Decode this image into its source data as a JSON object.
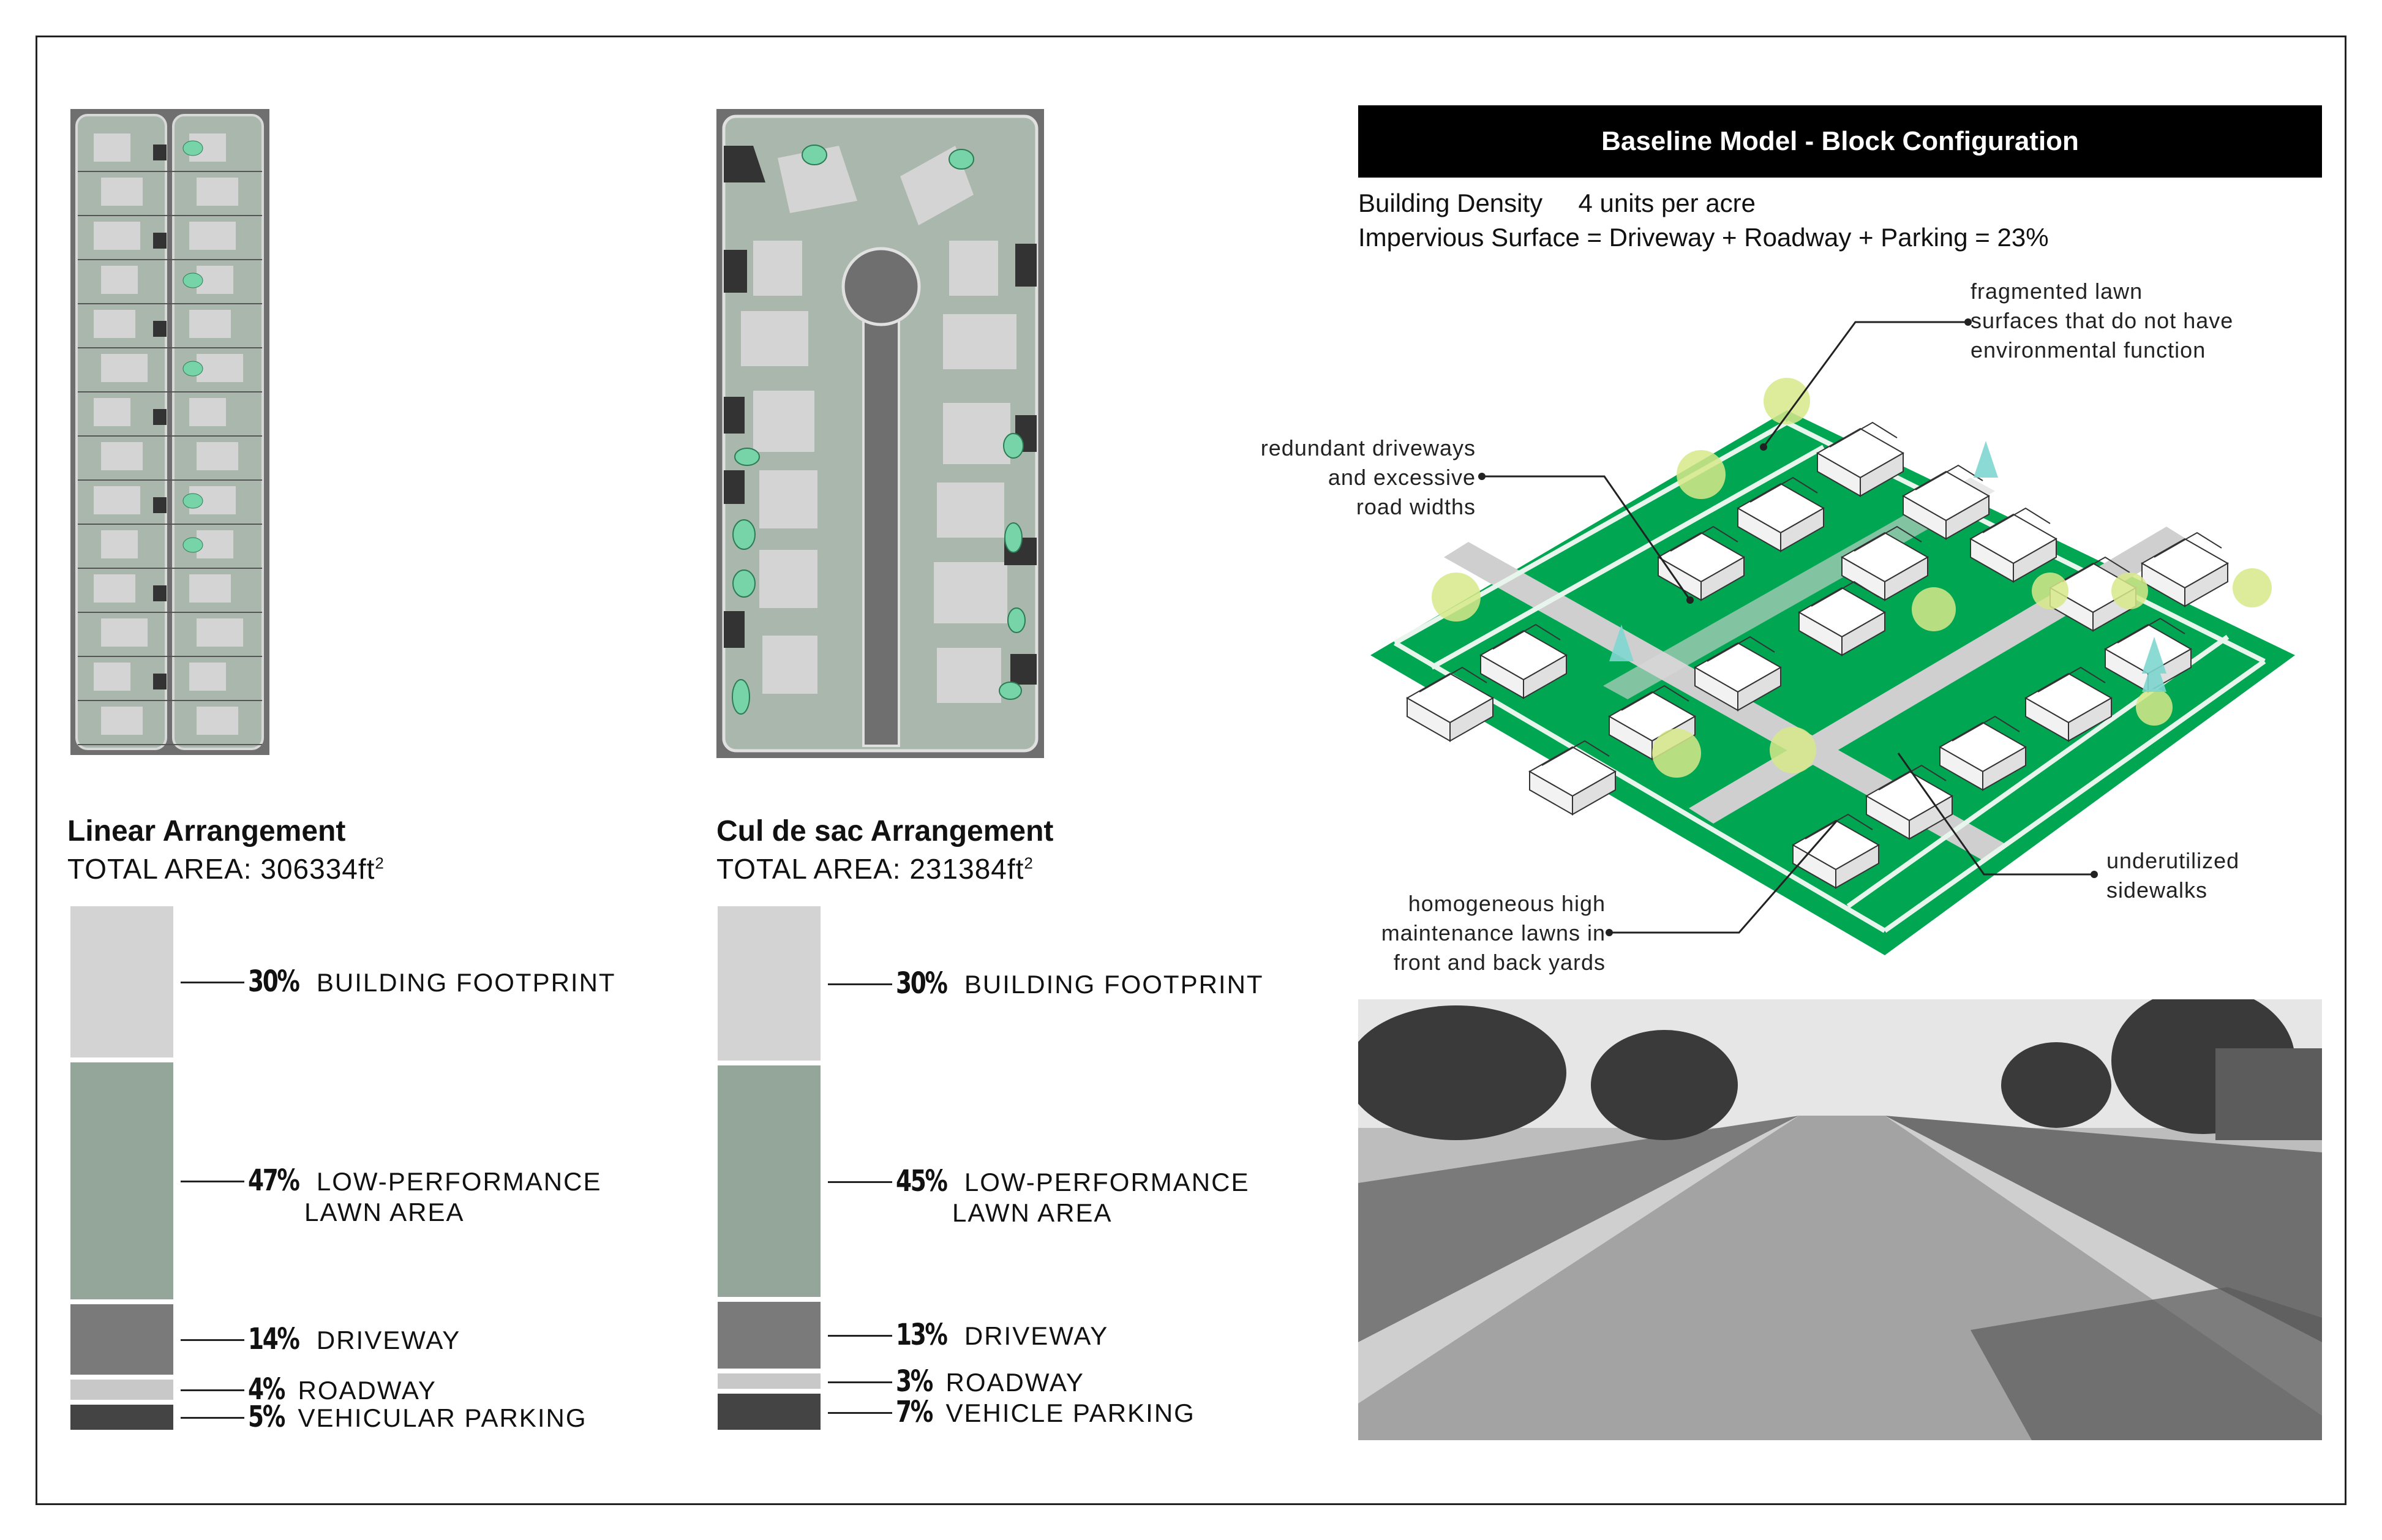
{
  "linear": {
    "title": "Linear Arrangement",
    "area_label": "TOTAL AREA: 306334ft",
    "area_sup": "2",
    "segments": [
      {
        "pct": "30%",
        "label": "BUILDING FOOTPRINT",
        "color": "#d3d3d3",
        "value": 30
      },
      {
        "pct": "47%",
        "label": "LOW-PERFORMANCE",
        "label2": "LAWN AREA",
        "color": "#93a699",
        "value": 47
      },
      {
        "pct": "14%",
        "label": "DRIVEWAY",
        "color": "#7a7a7a",
        "value": 14
      },
      {
        "pct": "4%",
        "label": "ROADWAY",
        "color": "#c8c8c8",
        "value": 4
      },
      {
        "pct": "5%",
        "label": "VEHICULAR PARKING",
        "color": "#444444",
        "value": 5
      }
    ]
  },
  "culdesac": {
    "title": "Cul de sac Arrangement",
    "area_label": "TOTAL AREA: 231384ft",
    "area_sup": "2",
    "segments": [
      {
        "pct": "30%",
        "label": "BUILDING FOOTPRINT",
        "color": "#d3d3d3",
        "value": 30
      },
      {
        "pct": "45%",
        "label": "LOW-PERFORMANCE",
        "label2": "LAWN AREA",
        "color": "#93a699",
        "value": 45
      },
      {
        "pct": "13%",
        "label": "DRIVEWAY",
        "color": "#7a7a7a",
        "value": 13
      },
      {
        "pct": "3%",
        "label": "ROADWAY",
        "color": "#c8c8c8",
        "value": 3
      },
      {
        "pct": "7%",
        "label": "VEHICLE PARKING",
        "color": "#444444",
        "value": 7
      }
    ]
  },
  "baseline": {
    "banner": "Baseline Model - Block Configuration",
    "density_label": "Building Density",
    "density_value": "4 units per acre",
    "impervious": "Impervious Surface = Driveway + Roadway + Parking = 23%"
  },
  "annotations": {
    "fragmented": [
      "fragmented lawn",
      "surfaces that do not have",
      "environmental function"
    ],
    "redundant": [
      "redundant driveways",
      "and excessive",
      "road widths"
    ],
    "homogeneous": [
      "homogeneous high",
      "maintenance lawns in",
      "front and back yards"
    ],
    "underutilized": [
      "underutilized",
      "sidewalks"
    ]
  },
  "colors": {
    "lawn_green": "#00a651",
    "plan_lawn": "#a9b7ac",
    "plan_building": "#d4d4d4",
    "plan_road": "#8c8c8c",
    "tree_yellow": "#d7e98a",
    "tree_teal": "#7fd6d0"
  }
}
